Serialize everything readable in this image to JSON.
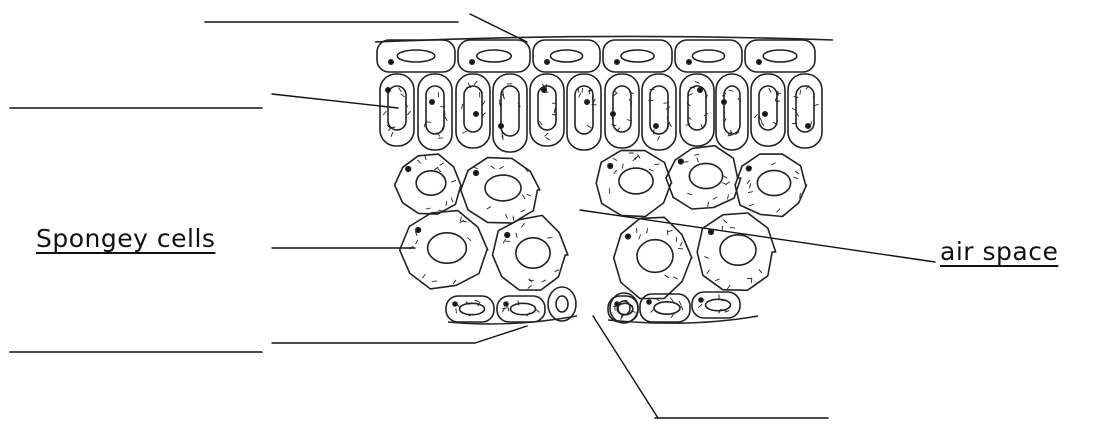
{
  "diagram": {
    "labels": {
      "spongey_cells": "Spongey cells",
      "air_space": "air space"
    },
    "blank_label_count": 4,
    "colors": {
      "ink": "#111111",
      "background": "#ffffff"
    }
  }
}
